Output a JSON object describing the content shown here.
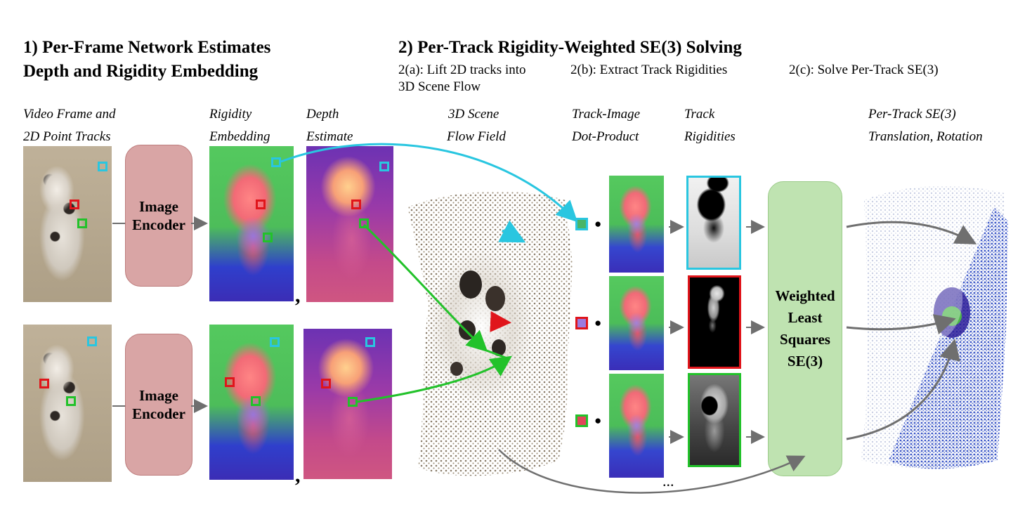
{
  "section1": {
    "title_line1": "1) Per-Frame Network Estimates",
    "title_line2": "Depth and Rigidity Embedding"
  },
  "section2": {
    "title": "2) Per-Track Rigidity-Weighted SE(3) Solving",
    "step_a_line1": "2(a): Lift 2D tracks into",
    "step_a_line2": "3D Scene Flow",
    "step_b": "2(b): Extract Track Rigidities",
    "step_c": "2(c): Solve Per-Track SE(3)"
  },
  "captions": {
    "video_frame_l1": "Video Frame and",
    "video_frame_l2": "2D Point Tracks",
    "rigidity_l1": "Rigidity",
    "rigidity_l2": "Embedding",
    "depth_l1": "Depth",
    "depth_l2": "Estimate",
    "flow_l1": "3D Scene",
    "flow_l2": "Flow Field",
    "dot_l1": "Track-Image",
    "dot_l2": "Dot-Product",
    "track_rig_l1": "Track",
    "track_rig_l2": "Rigidities",
    "se3_l1": "Per-Track SE(3)",
    "se3_l2": "Translation, Rotation"
  },
  "boxes": {
    "encoder_l1": "Image",
    "encoder_l2": "Encoder",
    "wls_l1": "Weighted",
    "wls_l2": "Least",
    "wls_l3": "Squares",
    "wls_l4": "SE(3)"
  },
  "symbols": {
    "arrow": "→",
    "bullet": "●",
    "comma": ",",
    "ellipsis": "..."
  },
  "colors": {
    "encoder_fill": "#d9a5a5",
    "wls_fill": "#bfe3b1",
    "track_cyan": "#29c6e0",
    "track_red": "#e0151b",
    "track_green": "#22c22a",
    "arrow_gray": "#6f6f6f"
  }
}
